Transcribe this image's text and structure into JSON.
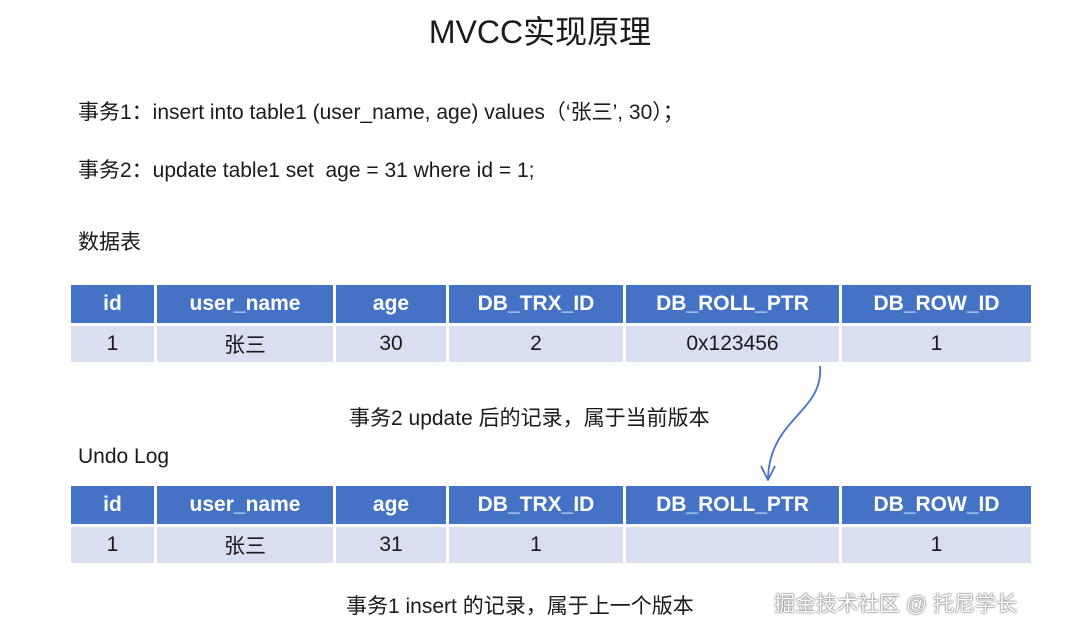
{
  "title": "MVCC实现原理",
  "transaction1_line": "事务1：insert into table1 (user_name, age) values（‘张三’, 30）；",
  "transaction2_line": "事务2：update table1 set  age = 31 where id = 1;",
  "data_table": {
    "label": "数据表",
    "headers": [
      "id",
      "user_name",
      "age",
      "DB_TRX_ID",
      "DB_ROLL_PTR",
      "DB_ROW_ID"
    ],
    "row": [
      "1",
      "张三",
      "30",
      "2",
      "0x123456",
      "1"
    ]
  },
  "update_note": "事务2 update 后的记录，属于当前版本",
  "undo_log": {
    "label": "Undo Log",
    "headers": [
      "id",
      "user_name",
      "age",
      "DB_TRX_ID",
      "DB_ROLL_PTR",
      "DB_ROW_ID"
    ],
    "row": [
      "1",
      "张三",
      "31",
      "1",
      "",
      "1"
    ]
  },
  "insert_note": "事务1 insert 的记录，属于上一个版本",
  "watermark": "掘金技术社区 @ 托尼学长",
  "colors": {
    "header_bg": "#4472c4",
    "cell_bg": "#d9def0",
    "arrow": "#4472c4"
  }
}
